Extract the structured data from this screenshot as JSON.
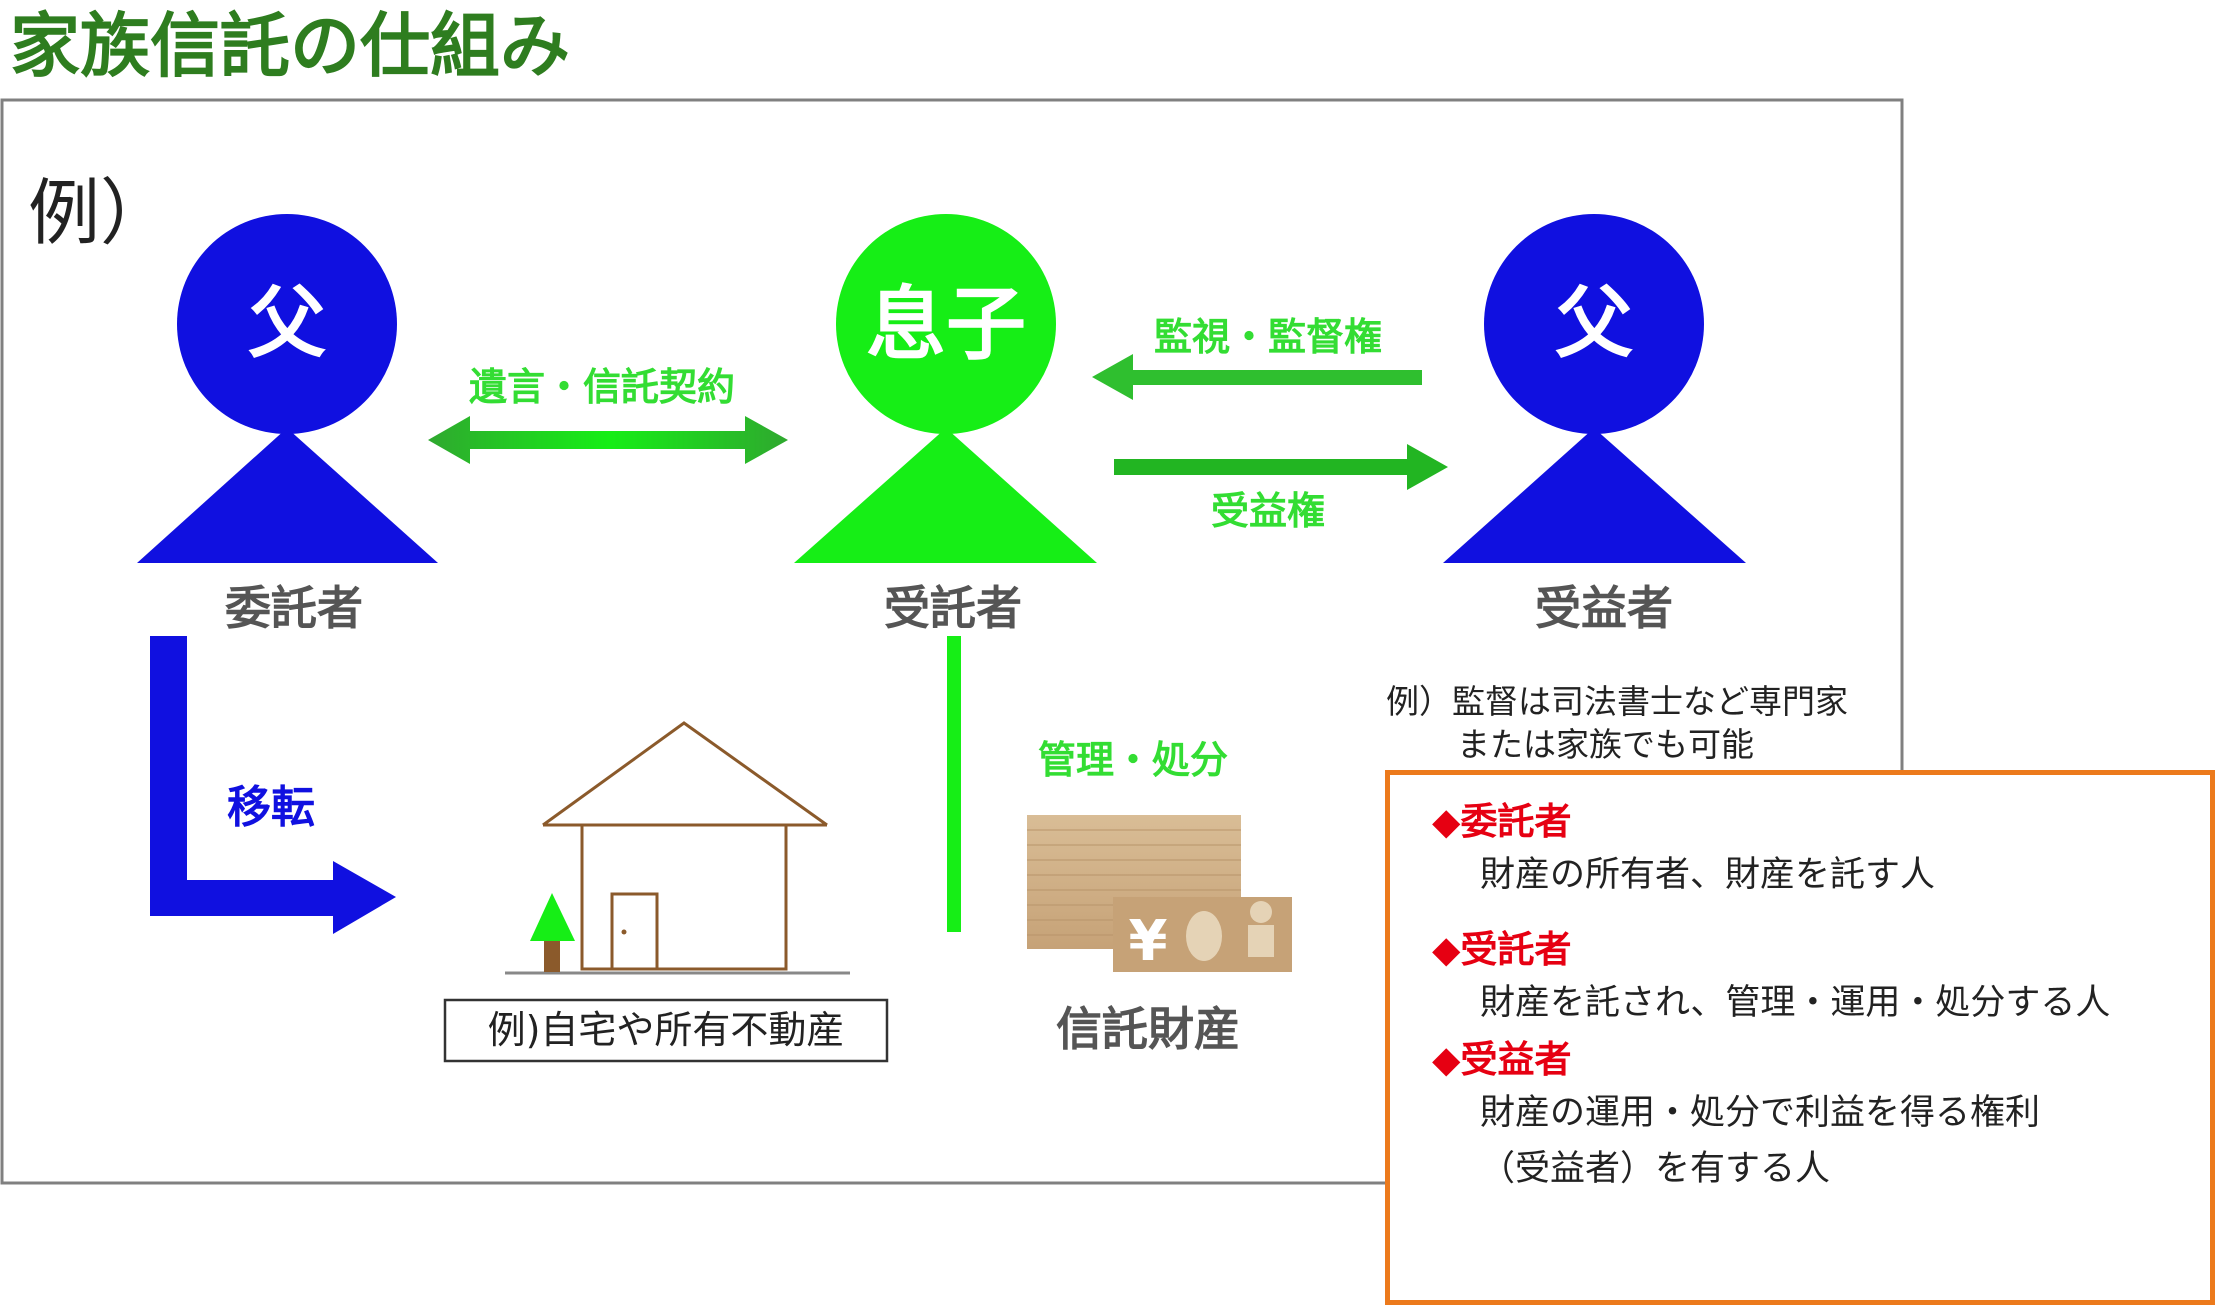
{
  "title": "家族信託の仕組み",
  "example_label": "例）",
  "people": {
    "settlor": {
      "circle": "父",
      "role": "委託者",
      "color": "#1010e0"
    },
    "trustee": {
      "circle": "息子",
      "role": "受託者",
      "color": "#16ee16"
    },
    "beneficiary": {
      "circle": "父",
      "role": "受益者",
      "color": "#1010e0"
    }
  },
  "arrows": {
    "will_trust": "遺言・信託契約",
    "supervision": "監視・監督権",
    "beneficial_right": "受益権",
    "transfer": "移転",
    "management": "管理・処分"
  },
  "property": {
    "house_caption": "例)自宅や所有不動産",
    "yen_symbol": "¥",
    "trust_property": "信託財産"
  },
  "note": {
    "line1": "例）監督は司法書士など専門家",
    "line2": "または家族でも可能"
  },
  "legend": {
    "items": [
      {
        "head": "◆委託者",
        "body": [
          "財産の所有者、財産を託す人"
        ]
      },
      {
        "head": "◆受託者",
        "body": [
          "財産を託され、管理・運用・処分する人"
        ]
      },
      {
        "head": "◆受益者",
        "body": [
          "財産の運用・処分で利益を得る権利",
          "（受益者）を有する人"
        ]
      }
    ]
  },
  "colors": {
    "title": "#2e7d1f",
    "blue": "#1010e0",
    "green": "#16ee16",
    "arrow_label": "#33dd33",
    "legend_border": "#ec7a1c",
    "legend_head": "#e60012",
    "house": "#8b5a2b",
    "cash": "#c8a06e"
  }
}
